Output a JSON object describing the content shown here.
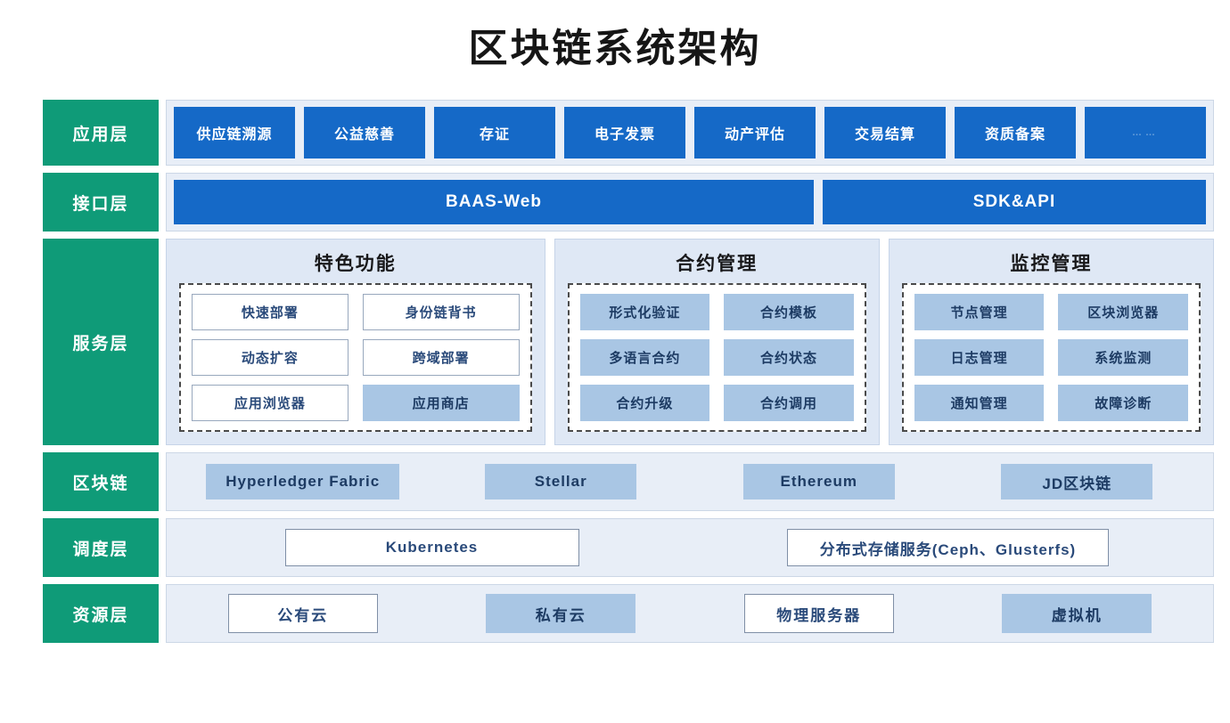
{
  "title": "区块链系统架构",
  "colors": {
    "layer_green": "#0f9b78",
    "primary_blue": "#1569c7",
    "soft_blue": "#a9c6e4",
    "panel_bg": "#dfe8f5",
    "row_bg": "#e8eef7"
  },
  "layers": {
    "application": {
      "label": "应用层",
      "items": [
        "供应链溯源",
        "公益慈善",
        "存证",
        "电子发票",
        "动产评估",
        "交易结算",
        "资质备案",
        "……"
      ]
    },
    "interface": {
      "label": "接口层",
      "items": [
        "BAAS-Web",
        "SDK&API"
      ]
    },
    "service": {
      "label": "服务层",
      "groups": [
        {
          "title": "特色功能",
          "items": [
            {
              "label": "快速部署",
              "filled": false
            },
            {
              "label": "身份链背书",
              "filled": false
            },
            {
              "label": "动态扩容",
              "filled": false
            },
            {
              "label": "跨域部署",
              "filled": false
            },
            {
              "label": "应用浏览器",
              "filled": false
            },
            {
              "label": "应用商店",
              "filled": true
            }
          ]
        },
        {
          "title": "合约管理",
          "items": [
            {
              "label": "形式化验证",
              "filled": true
            },
            {
              "label": "合约模板",
              "filled": true
            },
            {
              "label": "多语言合约",
              "filled": true
            },
            {
              "label": "合约状态",
              "filled": true
            },
            {
              "label": "合约升级",
              "filled": true
            },
            {
              "label": "合约调用",
              "filled": true
            }
          ]
        },
        {
          "title": "监控管理",
          "items": [
            {
              "label": "节点管理",
              "filled": true
            },
            {
              "label": "区块浏览器",
              "filled": true
            },
            {
              "label": "日志管理",
              "filled": true
            },
            {
              "label": "系统监测",
              "filled": true
            },
            {
              "label": "通知管理",
              "filled": true
            },
            {
              "label": "故障诊断",
              "filled": true
            }
          ]
        }
      ]
    },
    "blockchain": {
      "label": "区块链",
      "items": [
        "Hyperledger Fabric",
        "Stellar",
        "Ethereum",
        "JD区块链"
      ]
    },
    "scheduling": {
      "label": "调度层",
      "items": [
        "Kubernetes",
        "分布式存储服务(Ceph、Glusterfs)"
      ]
    },
    "resource": {
      "label": "资源层",
      "items": [
        {
          "label": "公有云",
          "filled": false
        },
        {
          "label": "私有云",
          "filled": true
        },
        {
          "label": "物理服务器",
          "filled": false
        },
        {
          "label": "虚拟机",
          "filled": true
        }
      ]
    }
  }
}
